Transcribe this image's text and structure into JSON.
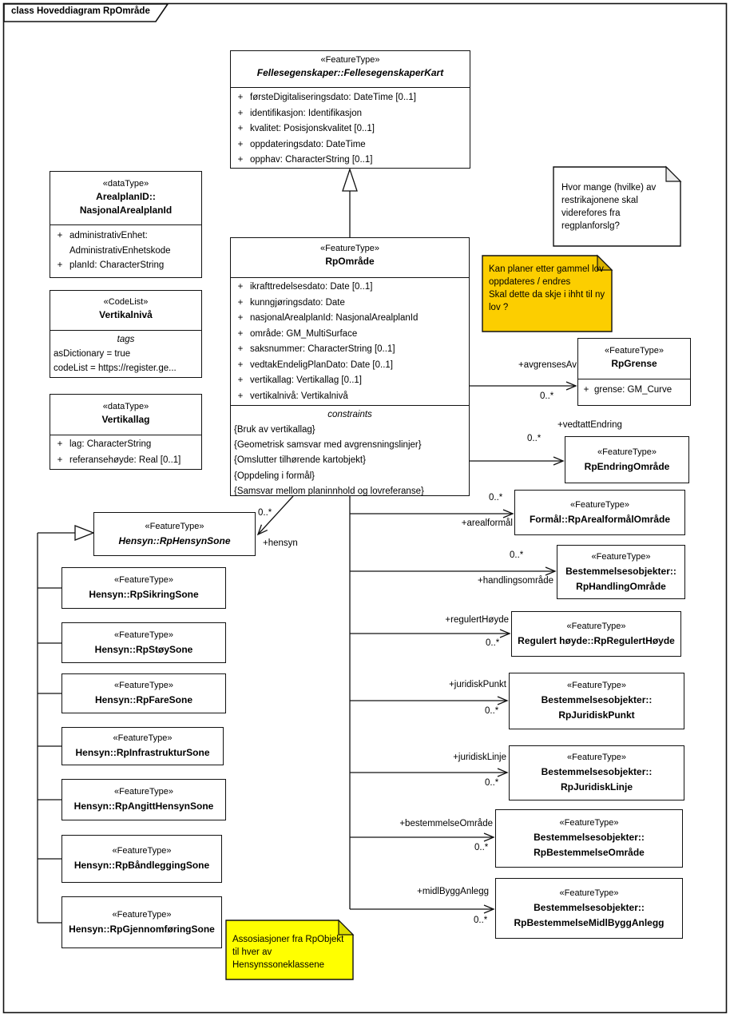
{
  "title": "class Hoveddiagram RpOmråde",
  "uml": {
    "plus": "+",
    "many": "0..*"
  },
  "colors": {
    "line": "#111111",
    "noteWhite": "#ffffff",
    "noteWhiteFold": "#ececec",
    "noteGold": "#fcce00",
    "noteGoldFold": "#d9b200",
    "noteYellow": "#ffff00",
    "noteYellowFold": "#dede00"
  },
  "classes": {
    "felles": {
      "stereotype": "«FeatureType»",
      "name": "Fellesegenskaper::FellesegenskaperKart",
      "attrs": [
        "førsteDigitaliseringsdato: DateTime [0..1]",
        "identifikasjon: Identifikasjon",
        "kvalitet: Posisjonskvalitet [0..1]",
        "oppdateringsdato: DateTime",
        "opphav: CharacterString [0..1]"
      ]
    },
    "rpOmrade": {
      "stereotype": "«FeatureType»",
      "name": "RpOmråde",
      "attrs": [
        "ikrafttredelsesdato: Date [0..1]",
        "kunngjøringsdato: Date",
        "nasjonalArealplanId: NasjonalArealplanId",
        "område: GM_MultiSurface",
        "saksnummer: CharacterString [0..1]",
        "vedtakEndeligPlanDato: Date [0..1]",
        "vertikallag: Vertikallag [0..1]",
        "vertikalnivå: Vertikalnivå"
      ],
      "constraintsTitle": "constraints",
      "constraints": [
        "{Bruk av vertikallag}",
        "{Geometrisk samsvar med avgrensningslinjer}",
        "{Omslutter tilhørende kartobjekt}",
        "{Oppdeling i formål}",
        "{Samsvar mellom planinnhold og lovreferanse}"
      ]
    },
    "nasjonalArealplanId": {
      "stereotype": "«dataType»",
      "name1": "ArealplanID::",
      "name2": "NasjonalArealplanId",
      "attrs": [
        "administrativEnhet: AdministrativEnhetskode",
        "planId: CharacterString"
      ]
    },
    "vertikalniva": {
      "stereotype": "«CodeList»",
      "name": "Vertikalnivå",
      "tagsTitle": "tags",
      "tags": [
        "asDictionary = true",
        "codeList = https://register.ge..."
      ]
    },
    "vertikallag": {
      "stereotype": "«dataType»",
      "name": "Vertikallag",
      "attrs": [
        "lag: CharacterString",
        "referansehøyde: Real [0..1]"
      ]
    },
    "rpGrense": {
      "stereotype": "«FeatureType»",
      "name": "RpGrense",
      "attrs": [
        "grense: GM_Curve"
      ]
    },
    "rpEndringOmrade": {
      "stereotype": "«FeatureType»",
      "name": "RpEndringOmråde"
    },
    "rpArealformalOmrade": {
      "stereotype": "«FeatureType»",
      "name": "Formål::RpArealformålOmråde"
    },
    "rpHandlingOmrade": {
      "stereotype": "«FeatureType»",
      "name1": "Bestemmelsesobjekter::",
      "name2": "RpHandlingOmråde"
    },
    "rpRegulertHoyde": {
      "stereotype": "«FeatureType»",
      "name": "Regulert høyde::RpRegulertHøyde"
    },
    "rpJuridiskPunkt": {
      "stereotype": "«FeatureType»",
      "name1": "Bestemmelsesobjekter::",
      "name2": "RpJuridiskPunkt"
    },
    "rpJuridiskLinje": {
      "stereotype": "«FeatureType»",
      "name1": "Bestemmelsesobjekter::",
      "name2": "RpJuridiskLinje"
    },
    "rpBestemmelseOmrade": {
      "stereotype": "«FeatureType»",
      "name1": "Bestemmelsesobjekter::",
      "name2": "RpBestemmelseOmråde"
    },
    "rpBestemmelseMidlByggAnlegg": {
      "stereotype": "«FeatureType»",
      "name1": "Bestemmelsesobjekter::",
      "name2": "RpBestemmelseMidlByggAnlegg"
    },
    "rpHensynSone": {
      "stereotype": "«FeatureType»",
      "name": "Hensyn::RpHensynSone"
    },
    "rpSikringSone": {
      "stereotype": "«FeatureType»",
      "name": "Hensyn::RpSikringSone"
    },
    "rpStoySone": {
      "stereotype": "«FeatureType»",
      "name": "Hensyn::RpStøySone"
    },
    "rpFareSone": {
      "stereotype": "«FeatureType»",
      "name": "Hensyn::RpFareSone"
    },
    "rpInfrastrukturSone": {
      "stereotype": "«FeatureType»",
      "name": "Hensyn::RpInfrastrukturSone"
    },
    "rpAngittHensynSone": {
      "stereotype": "«FeatureType»",
      "name": "Hensyn::RpAngittHensynSone"
    },
    "rpBandleggingSone": {
      "stereotype": "«FeatureType»",
      "name": "Hensyn::RpBåndleggingSone"
    },
    "rpGjennomforingSone": {
      "stereotype": "«FeatureType»",
      "name": "Hensyn::RpGjennomføringSone"
    }
  },
  "associations": {
    "avgrensesAv": {
      "role": "+avgrensesAv",
      "mult": "0..*"
    },
    "vedtattEndring": {
      "role": "+vedtattEndring",
      "mult": "0..*"
    },
    "arealformal": {
      "role": "+arealformål",
      "mult": "0..*"
    },
    "handlingsomrade": {
      "role": "+handlingsområde",
      "mult": "0..*"
    },
    "regulertHoyde": {
      "role": "+regulertHøyde",
      "mult": "0..*"
    },
    "juridiskPunkt": {
      "role": "+juridiskPunkt",
      "mult": "0..*"
    },
    "juridiskLinje": {
      "role": "+juridiskLinje",
      "mult": "0..*"
    },
    "bestemmelseOmrade": {
      "role": "+bestemmelseOmråde",
      "mult": "0..*"
    },
    "midlByggAnlegg": {
      "role": "+midlByggAnlegg",
      "mult": "0..*"
    },
    "hensyn": {
      "role": "+hensyn",
      "mult": "0..*"
    }
  },
  "notes": {
    "restriksjoner": {
      "text": "Hvor mange (hvilke) av restrikajonene skal viderefores fra regplanforslg?"
    },
    "kanPlaner": {
      "line1": "Kan planer etter gammel lov oppdateres / endres",
      "line2": "Skal dette da skje i ihht til ny lov ?"
    },
    "assosiasjoner": {
      "text": "Assosiasjoner fra RpObjekt til hver av Hensynssoneklassene"
    }
  }
}
